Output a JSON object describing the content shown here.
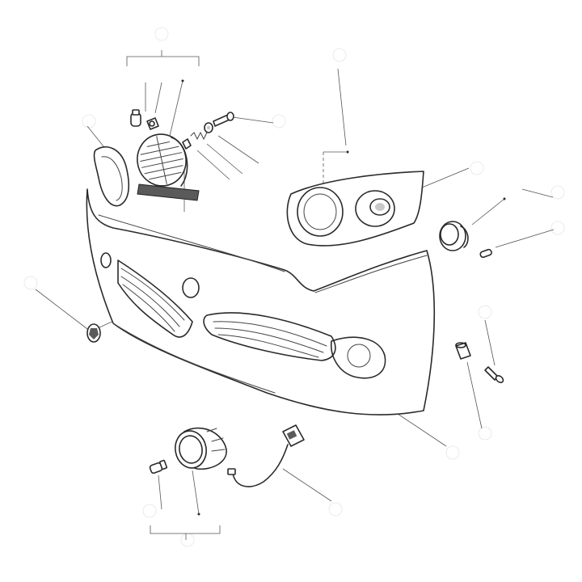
{
  "diagram": {
    "parts": [
      {
        "id": "front-bumper-cover",
        "icon": "bumper-cover-icon"
      },
      {
        "id": "headlamp-surround-left",
        "icon": "headlamp-surround-icon"
      },
      {
        "id": "headlamp-unit-right",
        "icon": "headlamp-unit-icon"
      },
      {
        "id": "headlamp-bezel-ring",
        "icon": "bezel-ring-icon"
      },
      {
        "id": "sealed-beam-lamp",
        "icon": "sealed-beam-icon"
      },
      {
        "id": "foam-pad",
        "icon": "foam-pad-icon"
      },
      {
        "id": "capless-bulb",
        "icon": "bulb-icon"
      },
      {
        "id": "bulb-holder",
        "icon": "bulb-holder-icon"
      },
      {
        "id": "adjuster-screw",
        "icon": "screw-icon"
      },
      {
        "id": "spring",
        "icon": "spring-icon"
      },
      {
        "id": "washer",
        "icon": "washer-icon"
      },
      {
        "id": "side-repeater-lamp",
        "icon": "side-repeater-icon"
      },
      {
        "id": "wedge-bulb-right",
        "icon": "bulb-icon"
      },
      {
        "id": "clip-nut",
        "icon": "clip-nut-icon"
      },
      {
        "id": "self-tapping-screw",
        "icon": "screw-icon"
      },
      {
        "id": "badge",
        "icon": "badge-icon"
      },
      {
        "id": "fog-lamp",
        "icon": "fog-lamp-icon"
      },
      {
        "id": "fog-bulb",
        "icon": "bulb-icon"
      },
      {
        "id": "fog-lamp-harness",
        "icon": "wiring-harness-icon"
      }
    ]
  }
}
